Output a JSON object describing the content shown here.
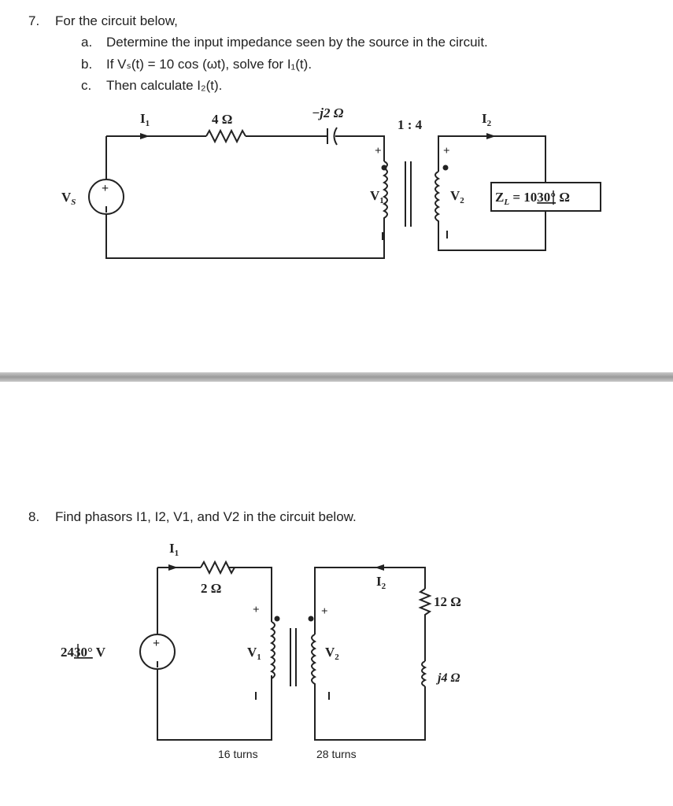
{
  "q7": {
    "number": "7.",
    "prompt": "For the circuit below,",
    "parts": [
      {
        "label": "a.",
        "text": "Determine the input impedance seen by the source in the circuit."
      },
      {
        "label": "b.",
        "text": "If Vₛ(t) = 10 cos (ωt), solve for I₁(t)."
      },
      {
        "label": "c.",
        "text": "Then calculate I₂(t)."
      }
    ],
    "circuit": {
      "source_label": "V",
      "source_sub": "S",
      "current1": "I",
      "current1_sub": "1",
      "resistor": "4 Ω",
      "capacitor": "−j2 Ω",
      "ratio": "1 : 4",
      "current2": "I",
      "current2_sub": "2",
      "v1": "V",
      "v1_sub": "1",
      "v2": "V",
      "v2_sub": "2",
      "load_prefix": "Z",
      "load_sub": "L",
      "load_eq": " = 10",
      "load_angle": "30°",
      "load_unit": " Ω"
    }
  },
  "q8": {
    "number": "8.",
    "prompt": "Find phasors I1, I2, V1, and V2 in the circuit below.",
    "circuit": {
      "current1": "I",
      "current1_sub": "1",
      "resistor": "2 Ω",
      "source_mag": "24",
      "source_angle": "30°",
      "source_unit": " V",
      "v1": "V",
      "v1_sub": "1",
      "v2": "V",
      "v2_sub": "2",
      "current2": "I",
      "current2_sub": "2",
      "load_r": "12 Ω",
      "load_x": "j4 Ω",
      "turns1": "16 turns",
      "turns2": "28 turns"
    }
  }
}
